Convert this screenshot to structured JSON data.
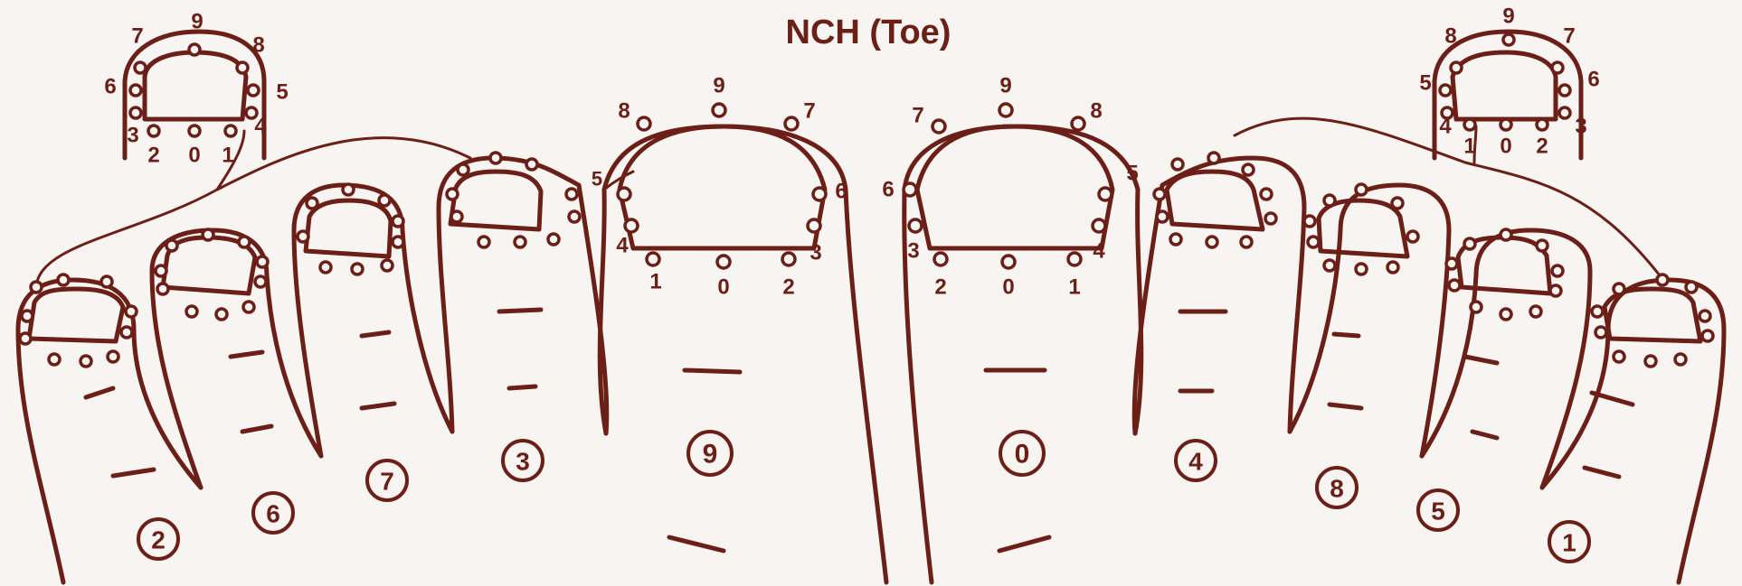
{
  "title": "NCH (Toe)",
  "toe_numbers": [
    "2",
    "6",
    "7",
    "3",
    "9",
    "0",
    "4",
    "8",
    "5",
    "1"
  ],
  "big_toe_left_points": [
    "9",
    "8",
    "7",
    "5",
    "6",
    "4",
    "3",
    "1",
    "0",
    "2"
  ],
  "big_toe_right_points": [
    "9",
    "7",
    "8",
    "6",
    "5",
    "3",
    "4",
    "2",
    "0",
    "1"
  ],
  "inset_left_points": [
    "9",
    "7",
    "8",
    "6",
    "5",
    "3",
    "4",
    "2",
    "0",
    "1"
  ],
  "inset_right_points": [
    "9",
    "8",
    "7",
    "5",
    "6",
    "4",
    "3",
    "1",
    "0",
    "2"
  ],
  "colors": {
    "ink": "#6b1f17",
    "paper": "#f7f4f2"
  }
}
